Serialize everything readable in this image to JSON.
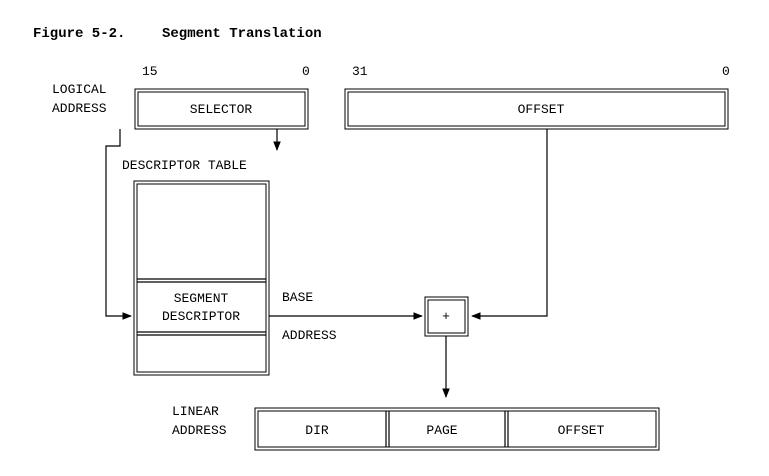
{
  "figure": {
    "number": "Figure 5-2.",
    "title": "Segment Translation"
  },
  "logical_address": {
    "label_line1": "LOGICAL",
    "label_line2": "ADDRESS",
    "selector": {
      "label": "SELECTOR",
      "bit_high": "15",
      "bit_low": "0"
    },
    "offset": {
      "label": "OFFSET",
      "bit_high": "31",
      "bit_low": "0"
    }
  },
  "descriptor_table": {
    "label": "DESCRIPTOR TABLE",
    "segment_descriptor_line1": "SEGMENT",
    "segment_descriptor_line2": "DESCRIPTOR"
  },
  "base_address": {
    "line1": "BASE",
    "line2": "ADDRESS"
  },
  "adder": {
    "symbol": "+"
  },
  "linear_address": {
    "label_line1": "LINEAR",
    "label_line2": "ADDRESS",
    "fields": [
      "DIR",
      "PAGE",
      "OFFSET"
    ]
  }
}
